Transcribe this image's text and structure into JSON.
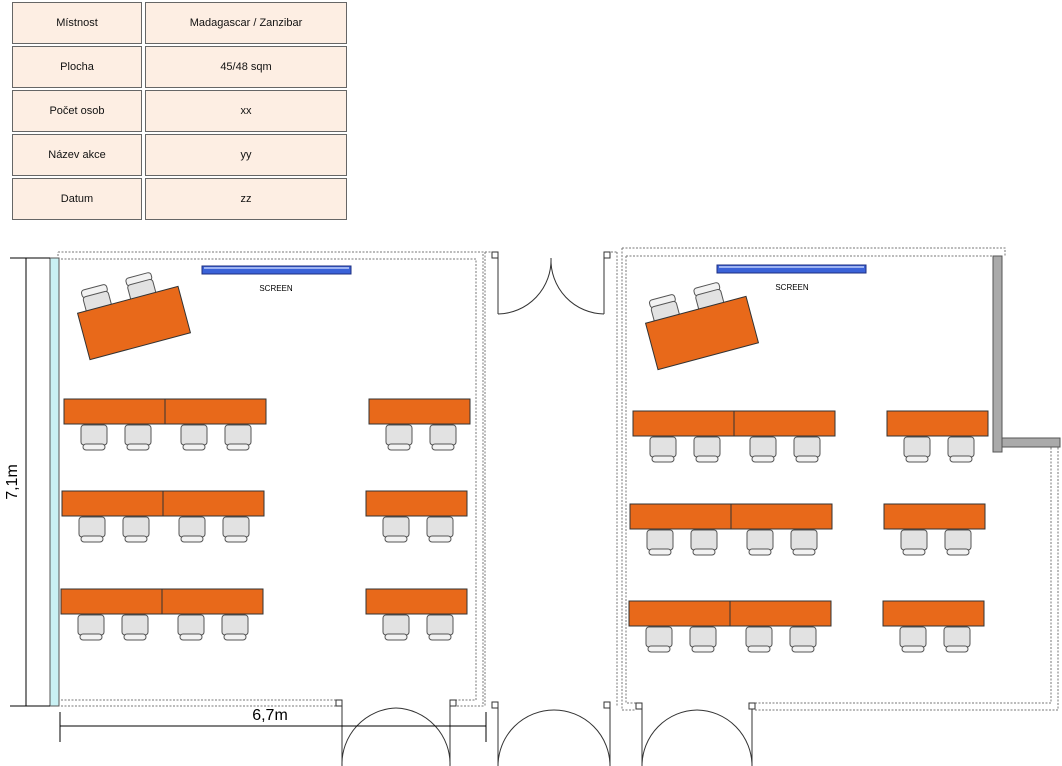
{
  "info_table": {
    "rows": [
      {
        "label": "Místnost",
        "value": "Madagascar / Zanzibar"
      },
      {
        "label": "Plocha",
        "value": "45/48 sqm"
      },
      {
        "label": "Počet osob",
        "value": "xx"
      },
      {
        "label": "Název akce",
        "value": "yy"
      },
      {
        "label": "Datum",
        "value": "zz"
      }
    ]
  },
  "floor_plan": {
    "screen_label": "SCREEN",
    "dimension_height": "7,1m",
    "dimension_width": "6,7m",
    "colors": {
      "table": "#e8691a",
      "chair": "#e2e2e2",
      "screen": "#3a62d8",
      "wall": "#666666",
      "window": "#c9f1f4",
      "partition": "#aaaaaa"
    }
  }
}
